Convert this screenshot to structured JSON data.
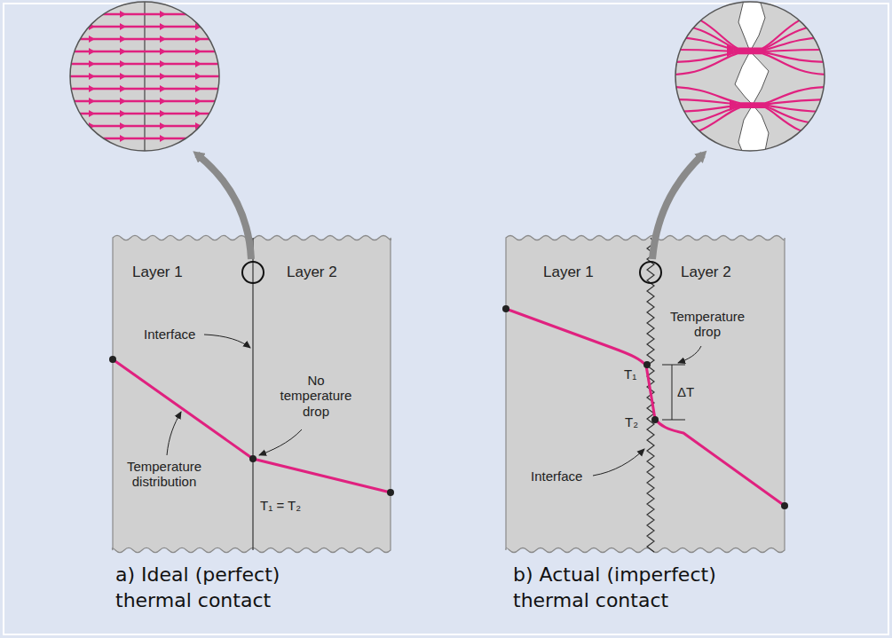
{
  "diagram": {
    "nodes": [
      {
        "text": [
          "Layer 1"
        ]
      },
      {
        "text": [
          "Layer 2"
        ]
      },
      {
        "text": [
          "Layer 1"
        ]
      },
      {
        "text": [
          "Layer 2"
        ]
      }
    ],
    "labels": [
      "Interface",
      "No temperature drop",
      "Temperature distribution",
      "T₁ = T₂",
      "a) Ideal (perfect) thermal contact",
      "T₁",
      "Temperature drop",
      "ΔT",
      "T₂",
      "Interface",
      "b) Actual (imperfect) thermal contact"
    ]
  }
}
